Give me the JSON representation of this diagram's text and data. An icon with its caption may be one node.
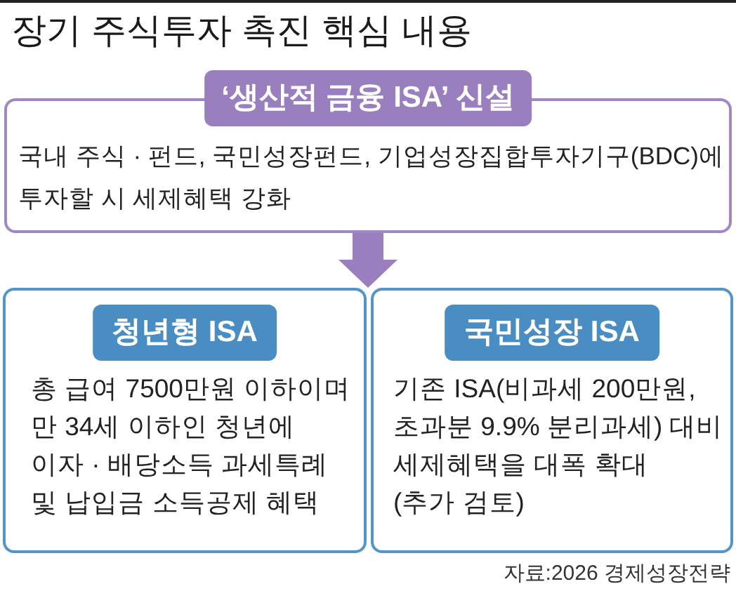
{
  "diagram": {
    "title": "장기 주식투자 촉진 핵심 내용",
    "nodes": [
      {
        "text": [
          "‘생산적 금융 ISA’ 신설",
          "국내 주식 · 펀드, 국민성장펀드, 기업성장집합투자기구(BDC)에 투자할 시 세제혜택 강화"
        ]
      },
      {
        "text": [
          "청년형 ISA",
          "총 급여 7500만원 이하이며 만 34세 이하인 청년에 이자 · 배당소득 과세특례 및 납입금 소득공제 혜택"
        ]
      },
      {
        "text": [
          "국민성장 ISA",
          "기존 ISA(비과세 200만원, 초과분 9.9% 분리과세) 대비 세제혜택을 대폭 확대 (추가 검토)"
        ]
      }
    ],
    "edges": [
      {
        "from": 0,
        "to": 1,
        "arrow": "to"
      },
      {
        "from": 0,
        "to": 2,
        "arrow": "to"
      }
    ],
    "labels": [
      "자료:2026 경제성장전략"
    ]
  }
}
